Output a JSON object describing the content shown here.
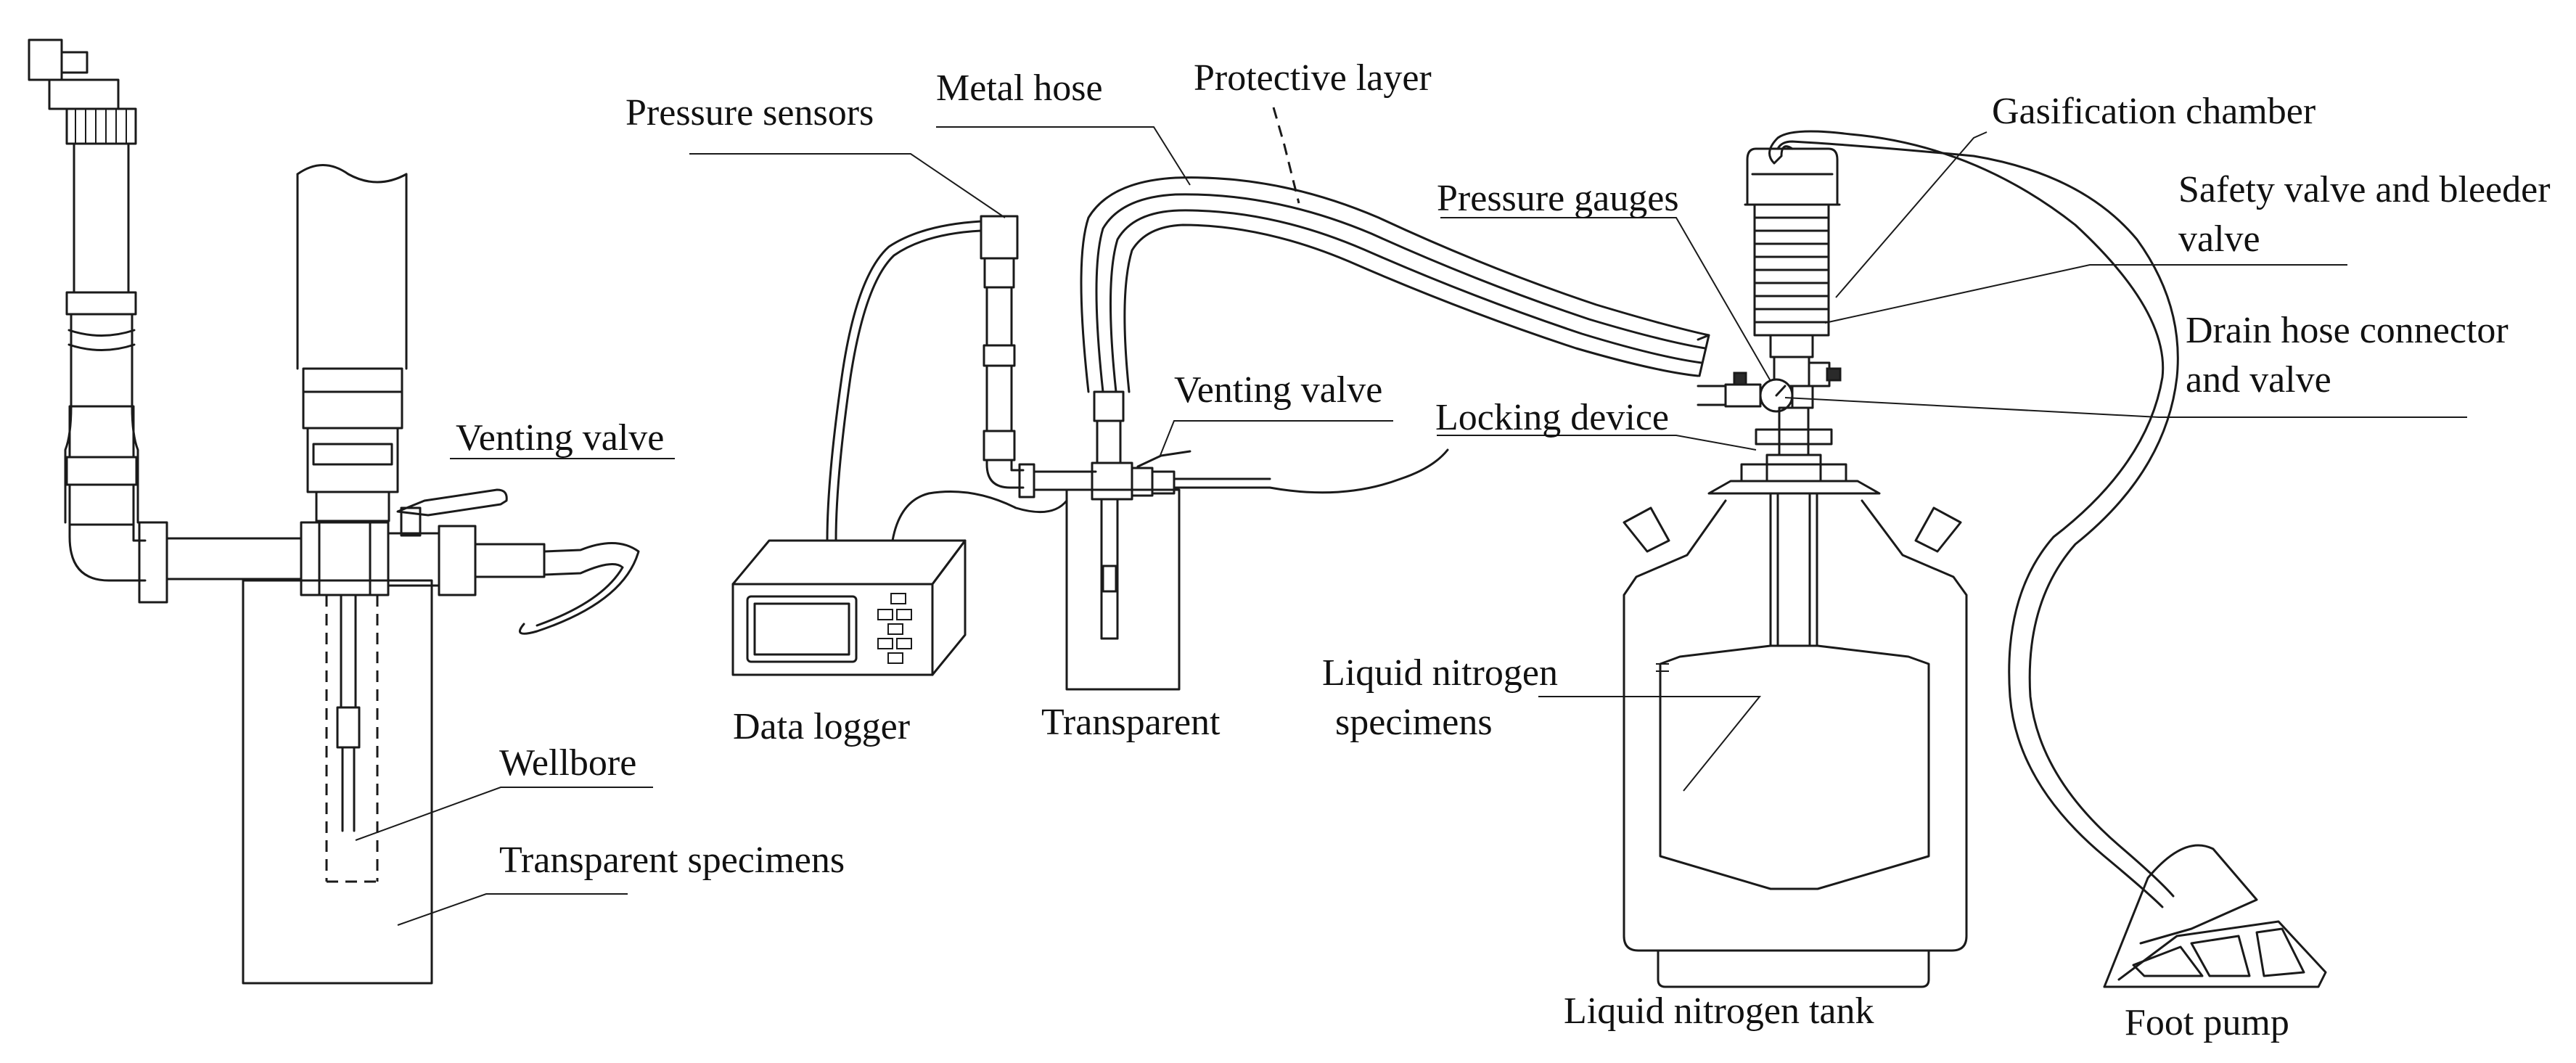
{
  "labels": {
    "pressure_sensors": "Pressure sensors",
    "metal_hose": "Metal hose",
    "protective_layer": "Protective layer",
    "gasification_chamber": "Gasification chamber",
    "pressure_gauges": "Pressure gauges",
    "safety_valve_line1": "Safety valve and bleeder",
    "safety_valve_line2": "valve",
    "drain_hose_line1": "Drain hose connector",
    "drain_hose_line2": "and valve",
    "venting_valve_left": "Venting valve",
    "venting_valve_mid": "Venting valve",
    "locking_device": "Locking device",
    "liquid_nitrogen_specimens_line1": "Liquid   nitrogen",
    "liquid_nitrogen_specimens_line2": "specimens",
    "wellbore": "Wellbore",
    "transparent_specimens": "Transparent specimens",
    "data_logger": "Data logger",
    "transparent": "Transparent",
    "liquid_nitrogen_tank": "Liquid nitrogen tank",
    "foot_pump": "Foot pump"
  },
  "colors": {
    "line": "#1a1a1a",
    "text": "#111111",
    "background": "#ffffff"
  }
}
